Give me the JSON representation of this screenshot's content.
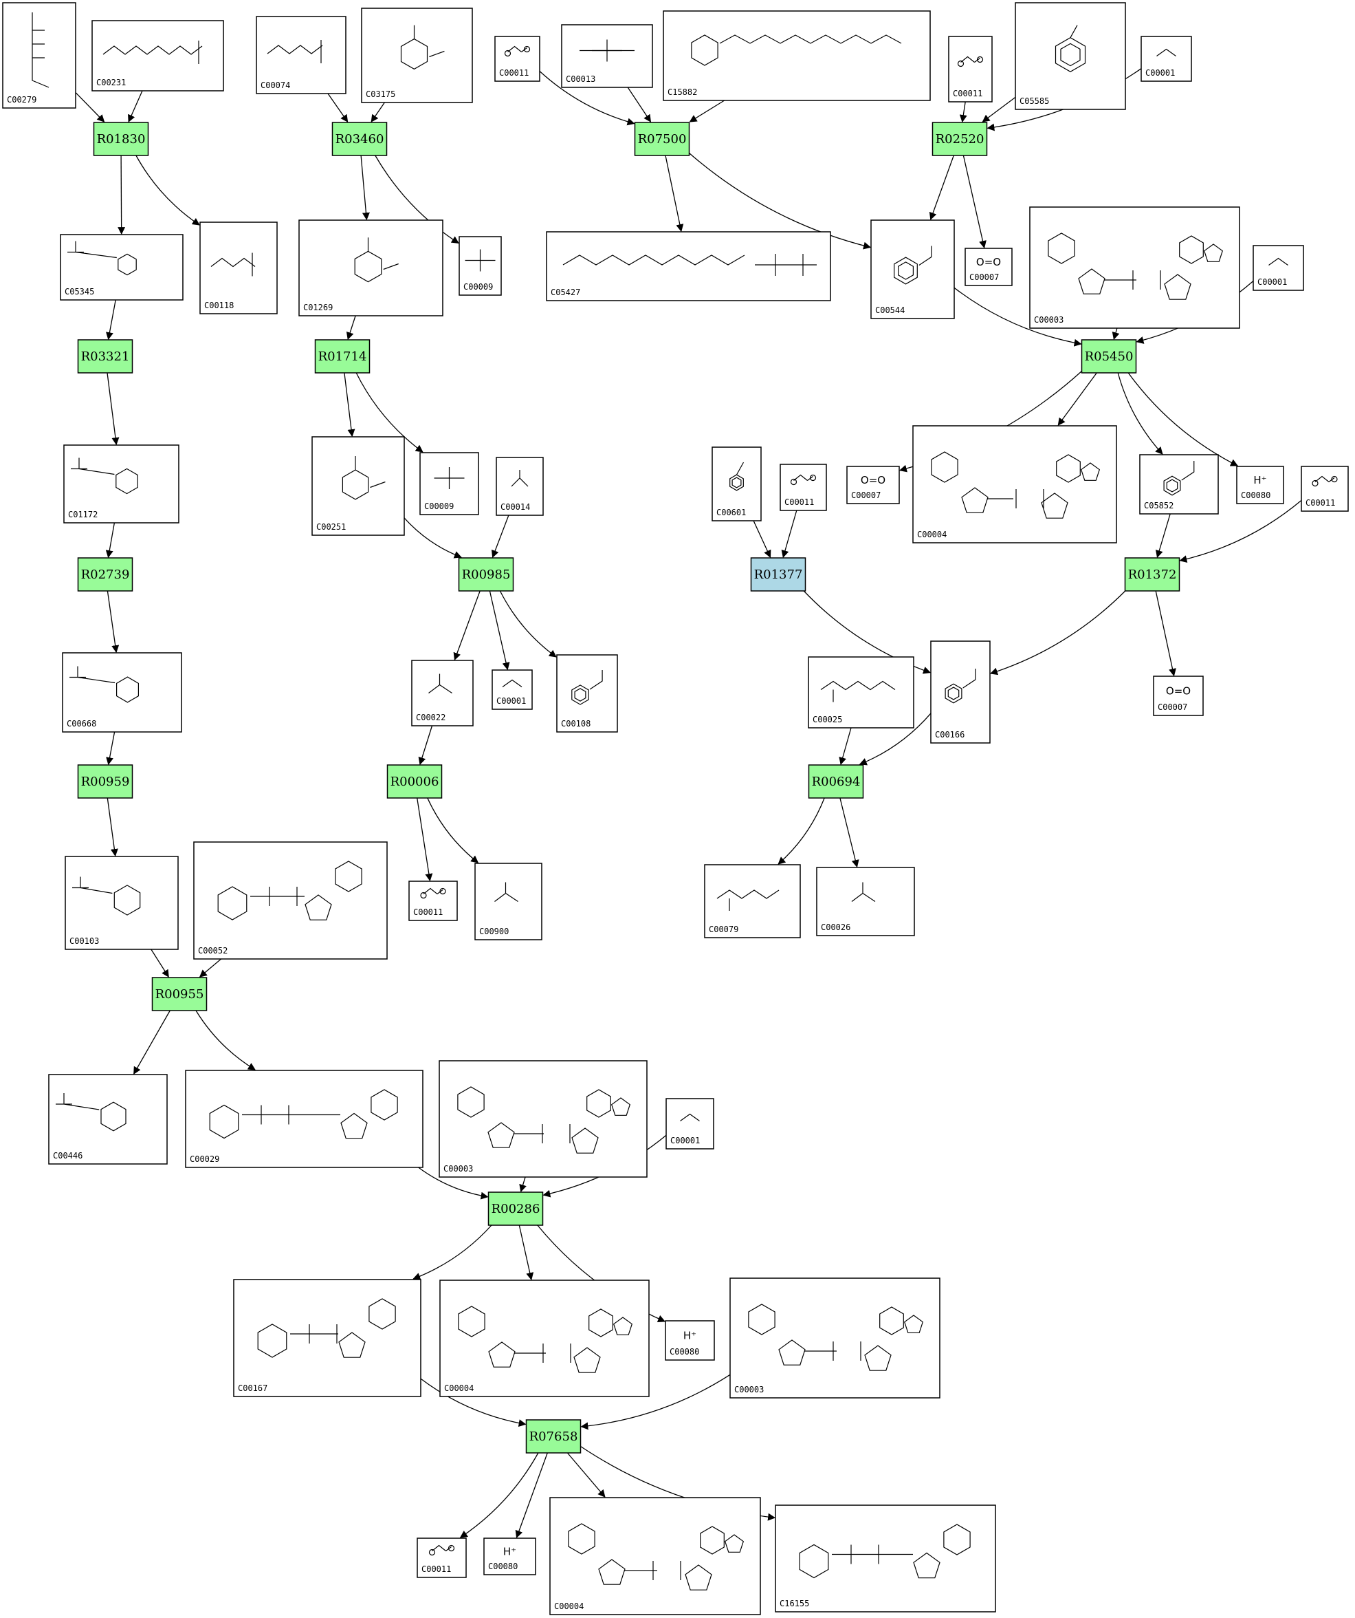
{
  "colors": {
    "reaction_fill": "#98fb98",
    "reaction_highlight_fill": "#add8e6",
    "compound_fill": "#ffffff",
    "line": "#000000"
  },
  "reactions": [
    {
      "id": "R01830",
      "highlight": false
    },
    {
      "id": "R03460",
      "highlight": false
    },
    {
      "id": "R07500",
      "highlight": false
    },
    {
      "id": "R02520",
      "highlight": false
    },
    {
      "id": "R03321",
      "highlight": false
    },
    {
      "id": "R01714",
      "highlight": false
    },
    {
      "id": "R05450",
      "highlight": false
    },
    {
      "id": "R02739",
      "highlight": false
    },
    {
      "id": "R00985",
      "highlight": false
    },
    {
      "id": "R01377",
      "highlight": true
    },
    {
      "id": "R01372",
      "highlight": false
    },
    {
      "id": "R00959",
      "highlight": false
    },
    {
      "id": "R00006",
      "highlight": false
    },
    {
      "id": "R00694",
      "highlight": false
    },
    {
      "id": "R00955",
      "highlight": false
    },
    {
      "id": "R00286",
      "highlight": false
    },
    {
      "id": "R07658",
      "highlight": false
    }
  ],
  "compounds": [
    {
      "key": "c00279",
      "id": "C00279",
      "structure": "sugar-phosphate"
    },
    {
      "key": "c00231",
      "id": "C00231",
      "structure": "chain-phosphate"
    },
    {
      "key": "c00074",
      "id": "C00074",
      "structure": "chain-phosphate"
    },
    {
      "key": "c03175",
      "id": "C03175",
      "structure": "ring-acid-phosphate"
    },
    {
      "key": "c00011_a",
      "id": "C00011",
      "structure": "co2"
    },
    {
      "key": "c00013",
      "id": "C00013",
      "structure": "diphosphate"
    },
    {
      "key": "c15882",
      "id": "C15882",
      "structure": "long-chain-aromatic"
    },
    {
      "key": "c00011_b",
      "id": "C00011",
      "structure": "co2"
    },
    {
      "key": "c05585",
      "id": "C05585",
      "structure": "aromatic"
    },
    {
      "key": "c00001_a",
      "id": "C00001",
      "structure": "water"
    },
    {
      "key": "c05345",
      "id": "C05345",
      "structure": "ring-phosphate"
    },
    {
      "key": "c00118",
      "id": "C00118",
      "structure": "chain-phosphate"
    },
    {
      "key": "c01269",
      "id": "C01269",
      "structure": "ring-acid-phosphate"
    },
    {
      "key": "c00009_a",
      "id": "C00009",
      "structure": "phosphate"
    },
    {
      "key": "c05427",
      "id": "C05427",
      "structure": "long-chain-diphosphate"
    },
    {
      "key": "c00544",
      "id": "C00544",
      "structure": "aromatic-acid"
    },
    {
      "key": "c00007_a",
      "id": "C00007",
      "formula": "O=O",
      "structure": "o2"
    },
    {
      "key": "c00003_a",
      "id": "C00003",
      "structure": "nucleotide"
    },
    {
      "key": "c00001_b",
      "id": "C00001",
      "structure": "water"
    },
    {
      "key": "c01172",
      "id": "C01172",
      "structure": "ring-phosphate"
    },
    {
      "key": "c00251",
      "id": "C00251",
      "structure": "ring-acid"
    },
    {
      "key": "c00009_b",
      "id": "C00009",
      "structure": "phosphate"
    },
    {
      "key": "c00014",
      "id": "C00014",
      "structure": "ammonia"
    },
    {
      "key": "c00007_b",
      "id": "C00007",
      "formula": "O=O",
      "structure": "o2"
    },
    {
      "key": "c00004_a",
      "id": "C00004",
      "structure": "nucleotide"
    },
    {
      "key": "c05852",
      "id": "C05852",
      "structure": "aromatic-acid"
    },
    {
      "key": "c00080_a",
      "id": "C00080",
      "formula": "H⁺",
      "structure": "proton"
    },
    {
      "key": "c00011_c",
      "id": "C00011",
      "structure": "co2"
    },
    {
      "key": "c00601",
      "id": "C00601",
      "structure": "aromatic"
    },
    {
      "key": "c00011_d",
      "id": "C00011",
      "structure": "co2"
    },
    {
      "key": "c00668",
      "id": "C00668",
      "structure": "ring-phosphate"
    },
    {
      "key": "c00022",
      "id": "C00022",
      "structure": "small-acid"
    },
    {
      "key": "c00001_c",
      "id": "C00001",
      "structure": "water"
    },
    {
      "key": "c00108",
      "id": "C00108",
      "structure": "aromatic-acid"
    },
    {
      "key": "c00025",
      "id": "C00025",
      "structure": "amino-acid"
    },
    {
      "key": "c00166",
      "id": "C00166",
      "structure": "aromatic-acid"
    },
    {
      "key": "c00007_c",
      "id": "C00007",
      "formula": "O=O",
      "structure": "o2"
    },
    {
      "key": "c00103",
      "id": "C00103",
      "structure": "ring-phosphate"
    },
    {
      "key": "c00052",
      "id": "C00052",
      "structure": "nucleotide-sugar"
    },
    {
      "key": "c00011_e",
      "id": "C00011",
      "structure": "co2"
    },
    {
      "key": "c00900",
      "id": "C00900",
      "structure": "small-acid"
    },
    {
      "key": "c00079",
      "id": "C00079",
      "structure": "amino-acid"
    },
    {
      "key": "c00026",
      "id": "C00026",
      "structure": "small-acid"
    },
    {
      "key": "c00446",
      "id": "C00446",
      "structure": "ring-phosphate"
    },
    {
      "key": "c00029",
      "id": "C00029",
      "structure": "nucleotide-sugar"
    },
    {
      "key": "c00003_b",
      "id": "C00003",
      "structure": "nucleotide"
    },
    {
      "key": "c00001_d",
      "id": "C00001",
      "structure": "water"
    },
    {
      "key": "c00167",
      "id": "C00167",
      "structure": "nucleotide-sugar"
    },
    {
      "key": "c00004_b",
      "id": "C00004",
      "structure": "nucleotide"
    },
    {
      "key": "c00080_b",
      "id": "C00080",
      "formula": "H⁺",
      "structure": "proton"
    },
    {
      "key": "c00003_c",
      "id": "C00003",
      "structure": "nucleotide"
    },
    {
      "key": "c00011_f",
      "id": "C00011",
      "structure": "co2"
    },
    {
      "key": "c00080_c",
      "id": "C00080",
      "formula": "H⁺",
      "structure": "proton"
    },
    {
      "key": "c00004_c",
      "id": "C00004",
      "structure": "nucleotide"
    },
    {
      "key": "c16155",
      "id": "C16155",
      "structure": "nucleotide-sugar"
    }
  ]
}
